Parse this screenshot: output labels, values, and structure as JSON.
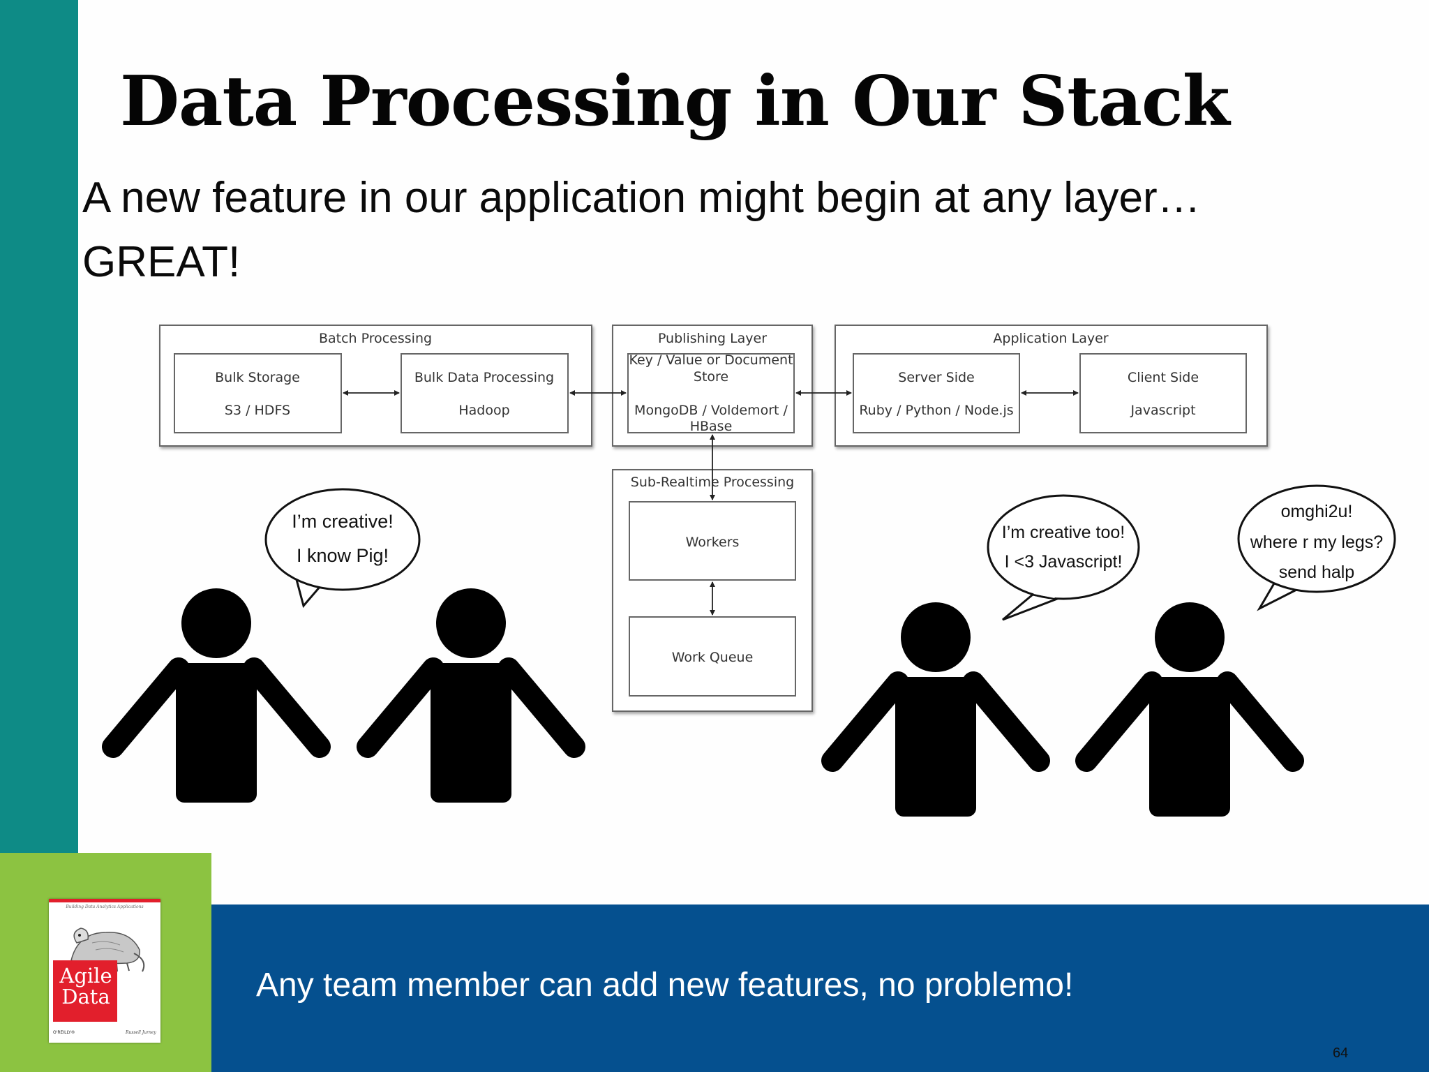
{
  "colors": {
    "teal": "#0e8b86",
    "green": "#8cc341",
    "blue": "#05508f",
    "book_red": "#e21f2c"
  },
  "slide": {
    "title": "Data Processing in Our Stack",
    "subline_1": "A new feature in our application might begin at any layer…",
    "subline_2": "GREAT!",
    "footer": "Any team member can add new features, no problemo!",
    "page_number": "64"
  },
  "diagram": {
    "batch": {
      "label": "Batch Processing",
      "bulk_storage": {
        "title": "Bulk Storage",
        "tech": "S3 / HDFS"
      },
      "bulk_processing": {
        "title": "Bulk Data Processing",
        "tech": "Hadoop"
      }
    },
    "publishing": {
      "label": "Publishing Layer",
      "store_title_1": "Key / Value or Document",
      "store_title_2": "Store",
      "store_tech_1": "MongoDB / Voldemort /",
      "store_tech_2": "HBase"
    },
    "application": {
      "label": "Application Layer",
      "server": {
        "title": "Server Side",
        "tech": "Ruby / Python / Node.js"
      },
      "client": {
        "title": "Client Side",
        "tech": "Javascript"
      }
    },
    "subrealtime": {
      "label": "Sub-Realtime Processing",
      "workers": "Workers",
      "work_queue": "Work Queue"
    }
  },
  "bubbles": {
    "left": [
      "I’m creative!",
      "I know Pig!"
    ],
    "right_1": [
      "I’m creative too!",
      "I <3 Javascript!"
    ],
    "right_2": [
      "omghi2u!",
      "where r my legs?",
      "send halp"
    ]
  },
  "book": {
    "title_line_1": "Agile",
    "title_line_2": "Data",
    "subtitle": "Building Data Analytics Applications",
    "publisher": "O'REILLY®",
    "author": "Russell Jurney"
  }
}
